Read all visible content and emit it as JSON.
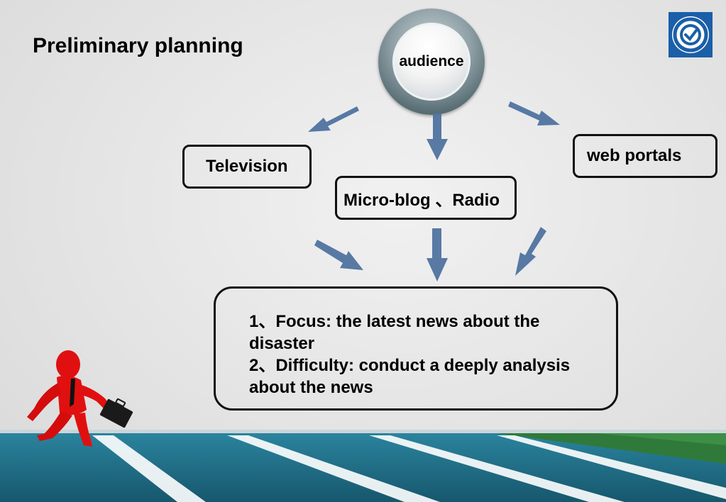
{
  "title": "Preliminary planning",
  "center_node": {
    "label": "audience"
  },
  "channels": {
    "television": "Television",
    "microblog_radio": "Micro-blog 、Radio",
    "web_portals": "web portals"
  },
  "summary": {
    "focus": "1、Focus: the latest news about the disaster",
    "difficulty": "2、Difficulty: conduct a deeply analysis about the news"
  },
  "colors": {
    "arrow": "#4f73a0",
    "logo_bg": "#1a5fa8",
    "track": "#1f6d86",
    "runner": "#e01010"
  },
  "icons": [
    "school-logo-icon",
    "runner-figure",
    "briefcase-icon"
  ]
}
